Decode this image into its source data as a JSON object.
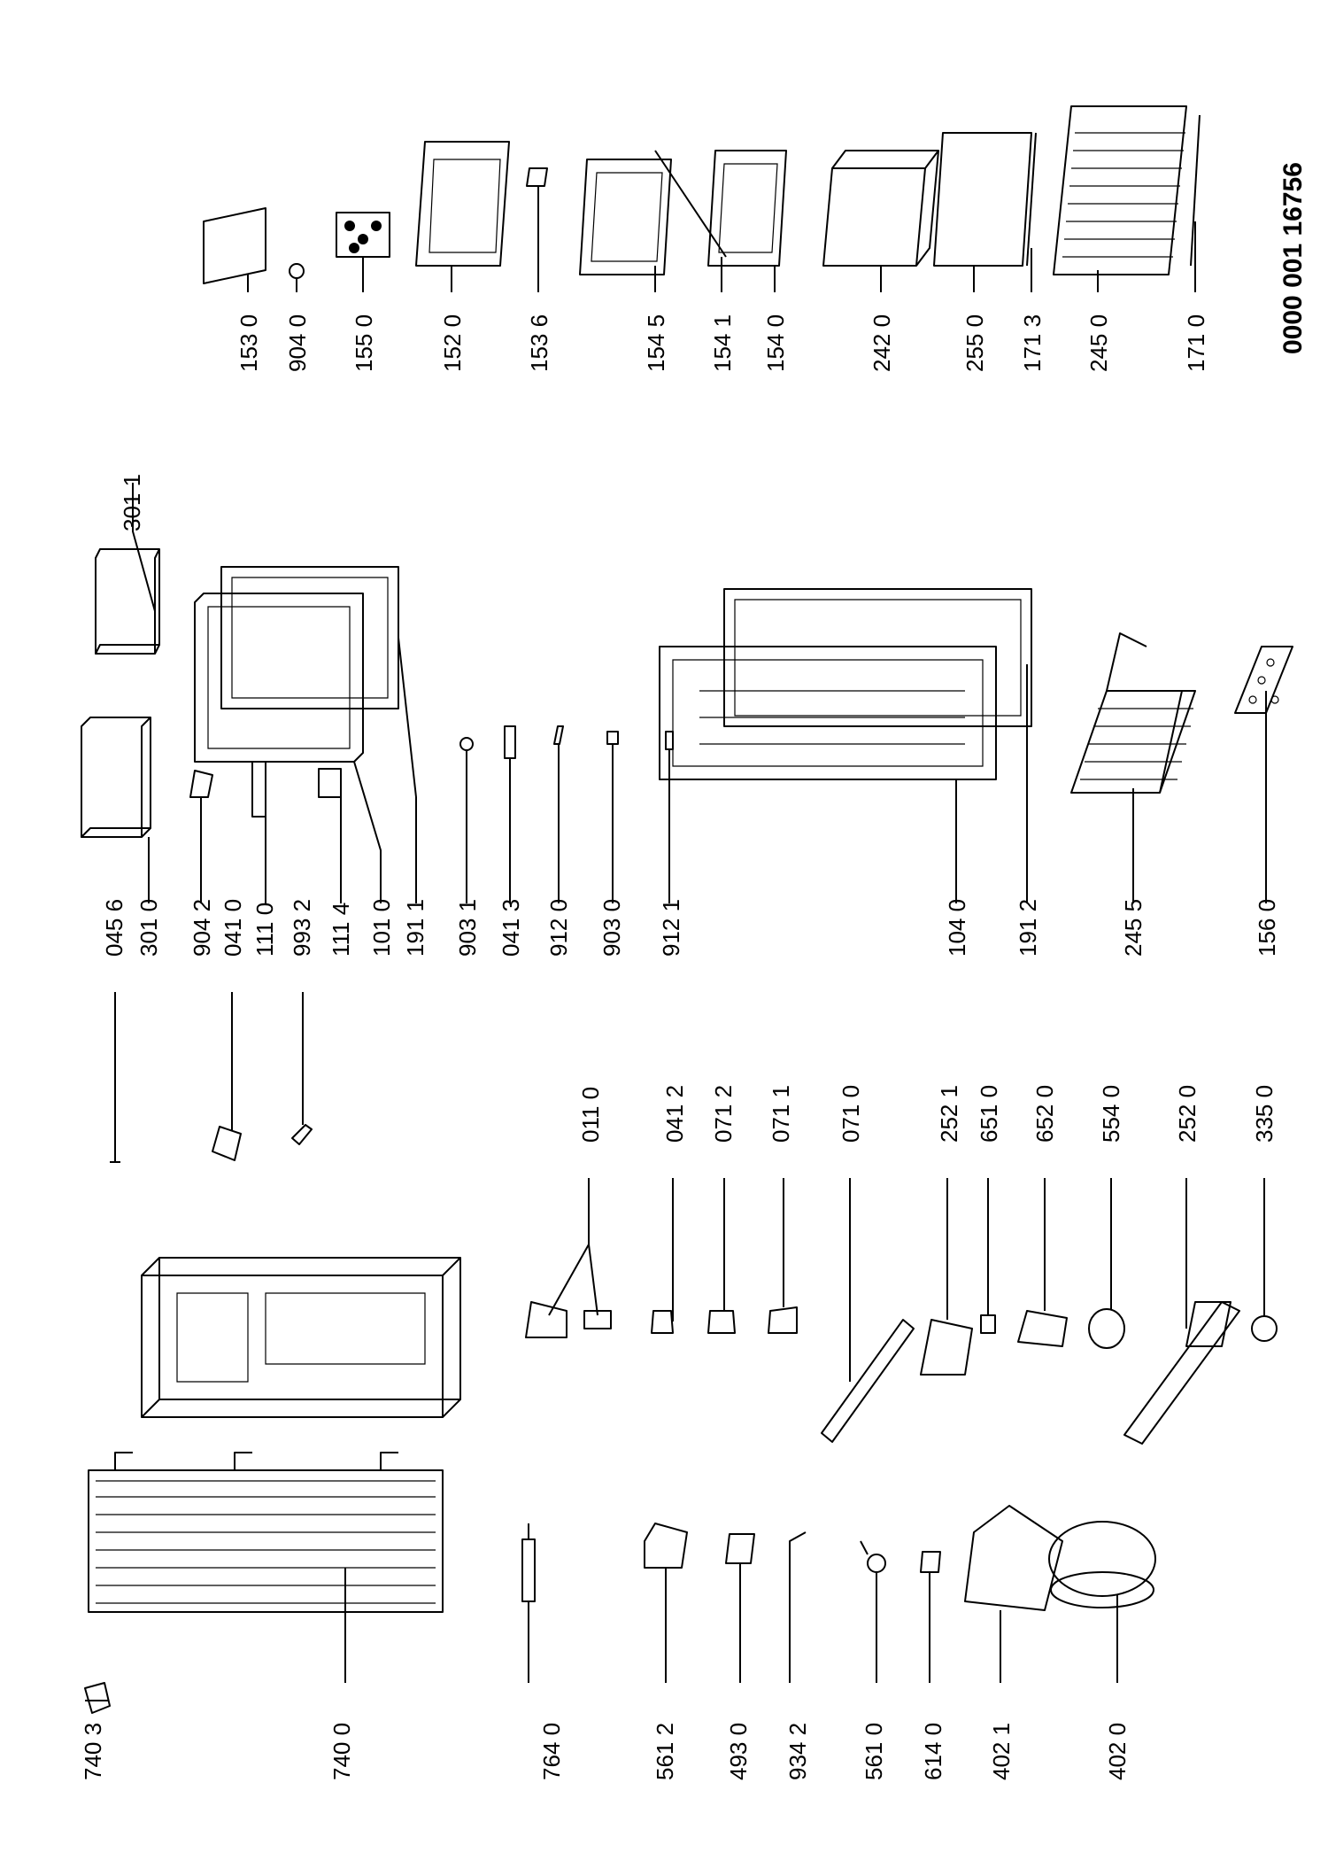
{
  "document_id": "0000 001 16756",
  "labels": {
    "p7403": "740 3",
    "p7400": "740 0",
    "p7640": "764 0",
    "p5612": "561 2",
    "p4930": "493 0",
    "p9342": "934 2",
    "p5610": "561 0",
    "p6140": "614 0",
    "p4021": "402 1",
    "p4020": "402 0",
    "p0110": "011 0",
    "p0412": "041 2",
    "p0712": "071 2",
    "p0711": "071 1",
    "p0710": "071 0",
    "p2521": "252 1",
    "p6510": "651 0",
    "p6520": "652 0",
    "p5540": "554 0",
    "p2520": "252 0",
    "p3350": "335 0",
    "p0456": "045 6",
    "p3010": "301 0",
    "p9042": "904 2",
    "p0410": "041 0",
    "p1110": "111 0",
    "p9932": "993 2",
    "p1114": "111 4",
    "p1010": "101 0",
    "p1911": "191 1",
    "p9031": "903 1",
    "p0413": "041 3",
    "p9120": "912 0",
    "p9030": "903 0",
    "p9121": "912 1",
    "p1040": "104 0",
    "p1912": "191 2",
    "p2455": "245 5",
    "p1560": "156 0",
    "p3011": "301 1",
    "p1530": "153 0",
    "p9040": "904 0",
    "p1550": "155 0",
    "p1520": "152 0",
    "p1536": "153 6",
    "p1545": "154 5",
    "p1541": "154 1",
    "p1540": "154 0",
    "p2420": "242 0",
    "p2550": "255 0",
    "p1713": "171 3",
    "p2450": "245 0",
    "p1710": "171 0"
  }
}
